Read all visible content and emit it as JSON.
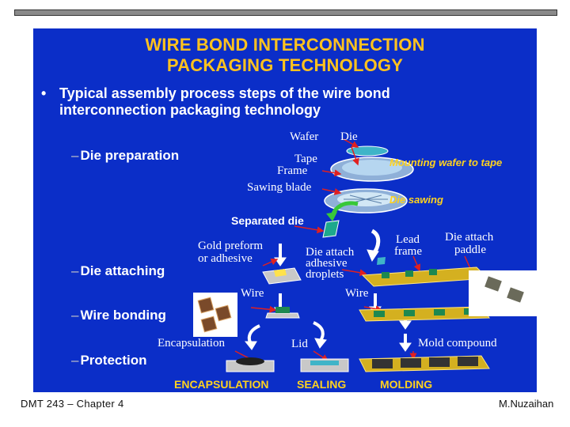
{
  "slide": {
    "title_line1": "WIRE BOND INTERCONNECTION",
    "title_line2": "PACKAGING TECHNOLOGY",
    "bullet_symbol": "•",
    "bullet_text": "Typical assembly process steps of the wire bond interconnection packaging technology",
    "steps": {
      "die_preparation": "Die preparation",
      "die_attaching": "Die attaching",
      "wire_bonding": "Wire bonding",
      "protection": "Protection"
    },
    "step_dash": "–",
    "labels": {
      "wafer": "Wafer",
      "die": "Die",
      "tape": "Tape",
      "frame": "Frame",
      "sawing_blade": "Sawing blade",
      "separated_die": "Separated die",
      "gold_preform_1": "Gold preform",
      "gold_preform_2": "or adhesive",
      "die_attach_adhesive_1": "Die attach",
      "die_attach_adhesive_2": "adhesive",
      "die_attach_adhesive_3": "droplets",
      "lead_frame_1": "Lead",
      "lead_frame_2": "frame",
      "die_attach_paddle_1": "Die attach",
      "die_attach_paddle_2": "paddle",
      "wire_left": "Wire",
      "wire_right": "Wire",
      "encapsulation": "Encapsulation",
      "lid": "Lid",
      "mold_compound": "Mold compound"
    },
    "italic_labels": {
      "mounting": "Mounting wafer to tape",
      "die_sawing": "Die sawing"
    },
    "bottom_labels": {
      "encapsulation": "ENCAPSULATION",
      "sealing": "SEALING",
      "molding": "MOLDING"
    }
  },
  "footer": {
    "left": "DMT 243 – Chapter 4",
    "right": "M.Nuzaihan"
  },
  "colors": {
    "slide_bg": "#0b2ec8",
    "title": "#ffc21e",
    "accent_yellow": "#ffd21e",
    "arrow_red": "#e02020"
  }
}
